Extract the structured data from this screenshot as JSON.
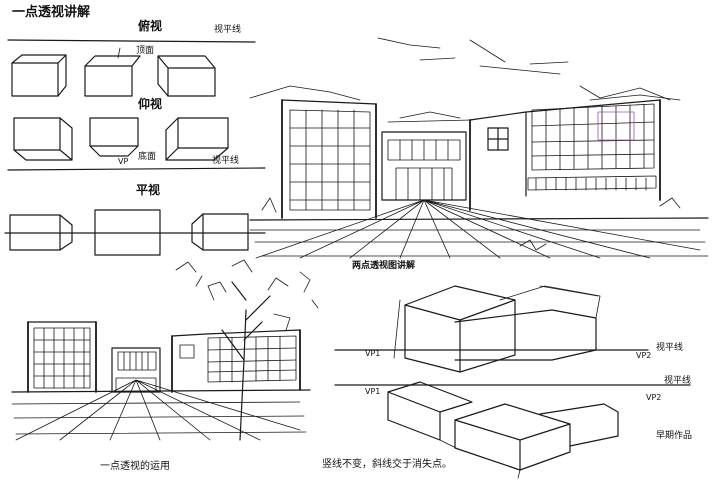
{
  "labels": {
    "one_point_title": "一点透视讲解",
    "overhead_view": "俯视",
    "top_face": "顶面",
    "upward_view": "仰视",
    "bottom_face": "底面",
    "eye_level": "平视",
    "horizon_line_1": "视平线",
    "horizon_line_2": "视平线",
    "vp_single": "VP",
    "two_point_title": "两点透视图讲解",
    "horizon_line_3": "视平线",
    "horizon_line_4": "视平线",
    "vp1_top": "VP1",
    "vp2_top": "VP2",
    "vp1_bottom": "VP1",
    "vp2_bottom": "VP2",
    "one_point_application": "一点透视的运用",
    "two_point_note": "竖线不变，斜线交于消失点。",
    "signature": "早期作品"
  },
  "colors": {
    "ink": "#1a1a1a",
    "accent": "#a34dc2"
  }
}
